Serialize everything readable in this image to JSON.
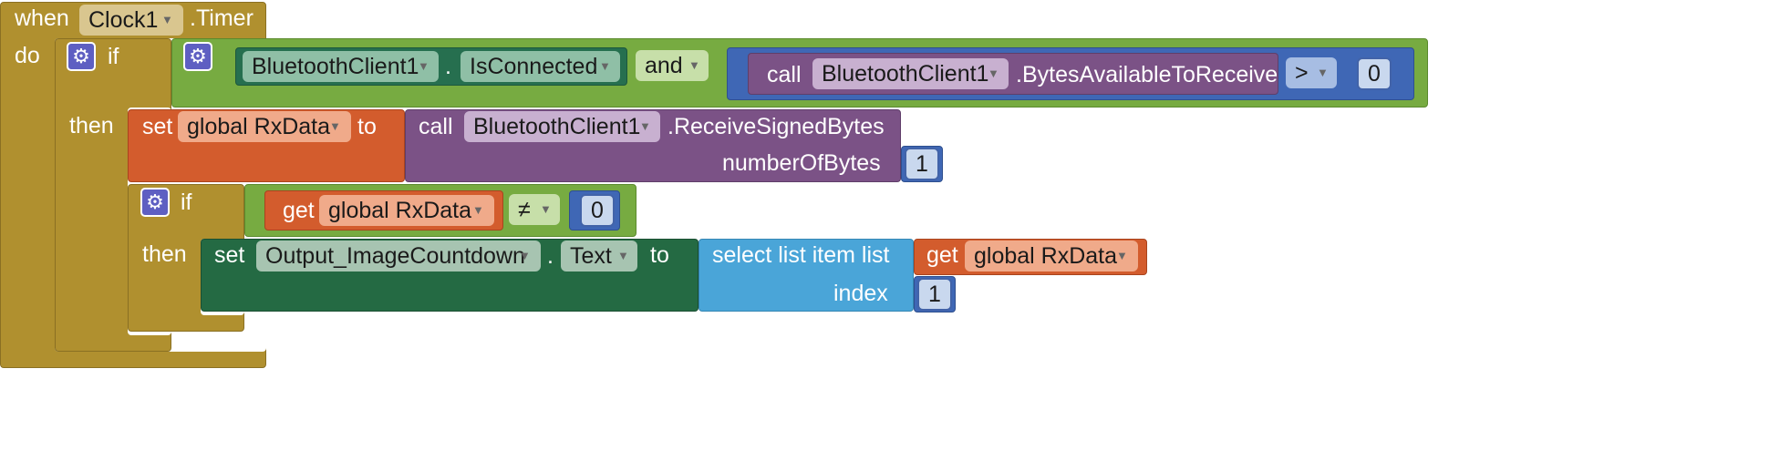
{
  "event": {
    "when_label": "when",
    "component": "Clock1",
    "event_name": ".Timer",
    "do_label": "do"
  },
  "if1": {
    "if_label": "if",
    "then_label": "then",
    "gear_icon": "⚙",
    "cond": {
      "component": "BluetoothClient1",
      "dot": ".",
      "property": "IsConnected",
      "and_label": "and",
      "call_label": "call",
      "call_component": "BluetoothClient1",
      "call_method": ".BytesAvailableToReceive",
      "op": ">",
      "value": "0"
    }
  },
  "set1": {
    "set_label": "set",
    "variable": "global RxData",
    "to_label": "to",
    "call_label": "call",
    "call_component": "BluetoothClient1",
    "call_method": ".ReceiveSignedBytes",
    "arg_label": "numberOfBytes",
    "arg_value": "1"
  },
  "if2": {
    "if_label": "if",
    "then_label": "then",
    "gear_icon": "⚙",
    "get_label": "get",
    "variable": "global RxData",
    "op": "≠",
    "value": "0"
  },
  "set2": {
    "set_label": "set",
    "component": "Output_ImageCountdown",
    "dot": ".",
    "property": "Text",
    "to_label": "to",
    "select_label": "select list item  list",
    "index_label": "index",
    "get_label": "get",
    "variable": "global RxData",
    "index_value": "1"
  },
  "colors": {
    "control": "#b0902f",
    "logic": "#77ab41",
    "bluetooth_property": "#266f4f",
    "math": "#3f67b5",
    "procedure": "#7b5286",
    "variable": "#d35c2d",
    "component_set": "#246a43",
    "list": "#4aa5d8"
  }
}
